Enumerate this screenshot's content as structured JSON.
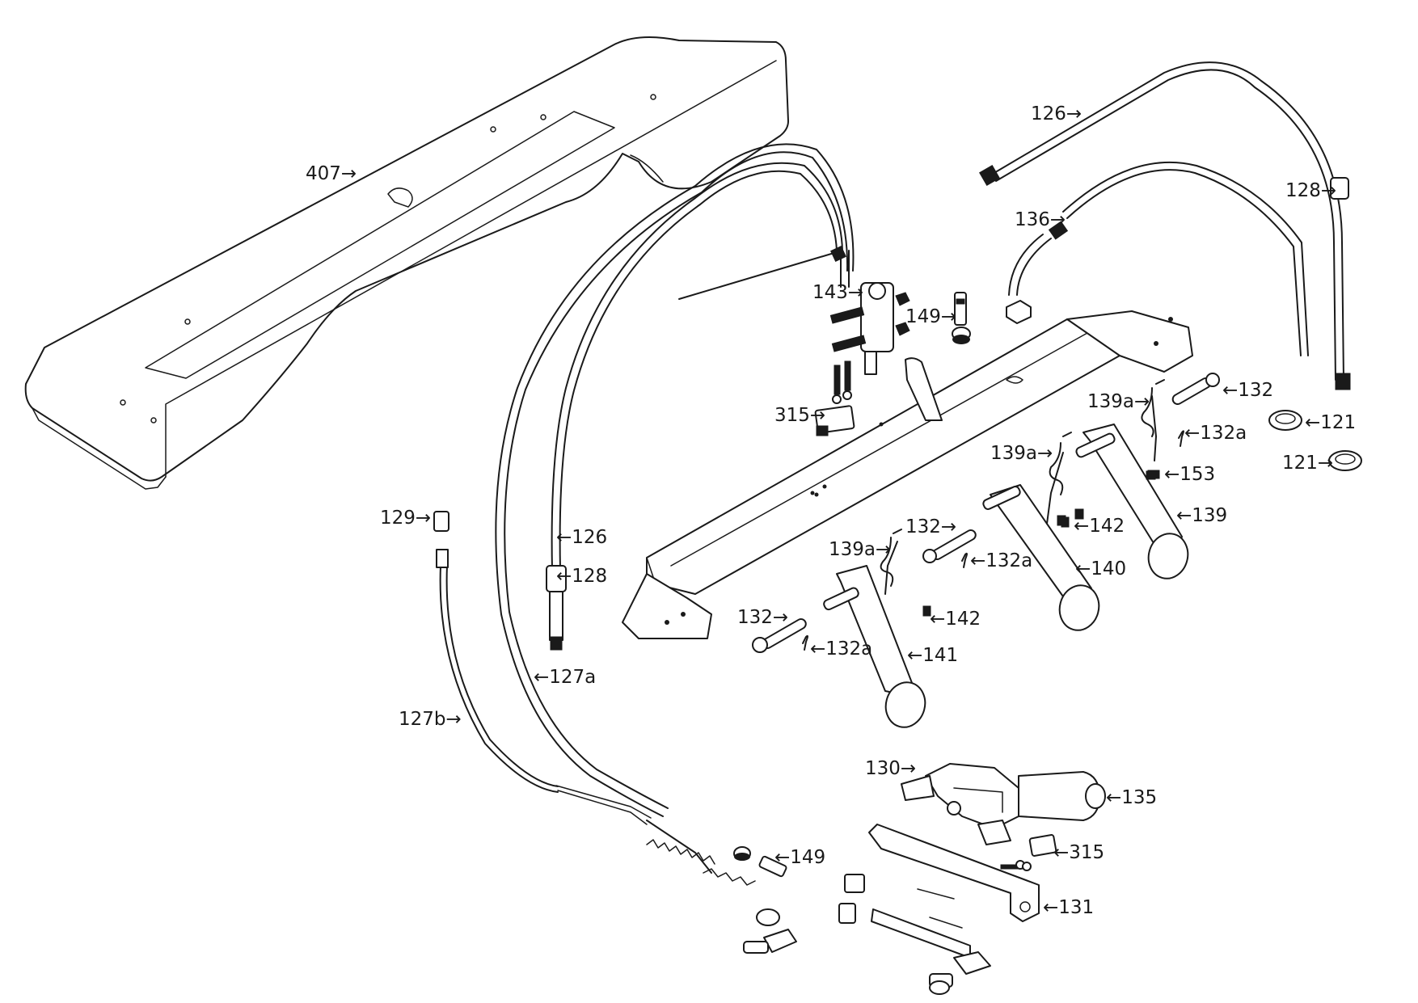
{
  "callouts": {
    "c407": "407→",
    "c126_top": "126→",
    "c128_right": "128→",
    "c136": "136→",
    "c143": "143→",
    "c149_top": "149→",
    "c132_right": "←132",
    "c121_a": "←121",
    "c121_b": "121→",
    "c139a_a": "139a→",
    "c132a_a": "←132a",
    "c315_top": "315→",
    "c139a_b": "139a→",
    "c153": "←153",
    "c129": "129→",
    "c126_left": "←126",
    "c128_left": "←128",
    "c132_mid": "132→",
    "c142_a": "←142",
    "c139": "←139",
    "c139a_c": "139a→",
    "c132a_b": "←132a",
    "c140": "←140",
    "c132_low": "132→",
    "c142_b": "←142",
    "c132a_c": "←132a",
    "c141": "←141",
    "c127a": "←127a",
    "c127b": "127b→",
    "c130": "130→",
    "c135": "←135",
    "c315_low": "←315",
    "c149_low": "←149",
    "c131": "←131"
  }
}
